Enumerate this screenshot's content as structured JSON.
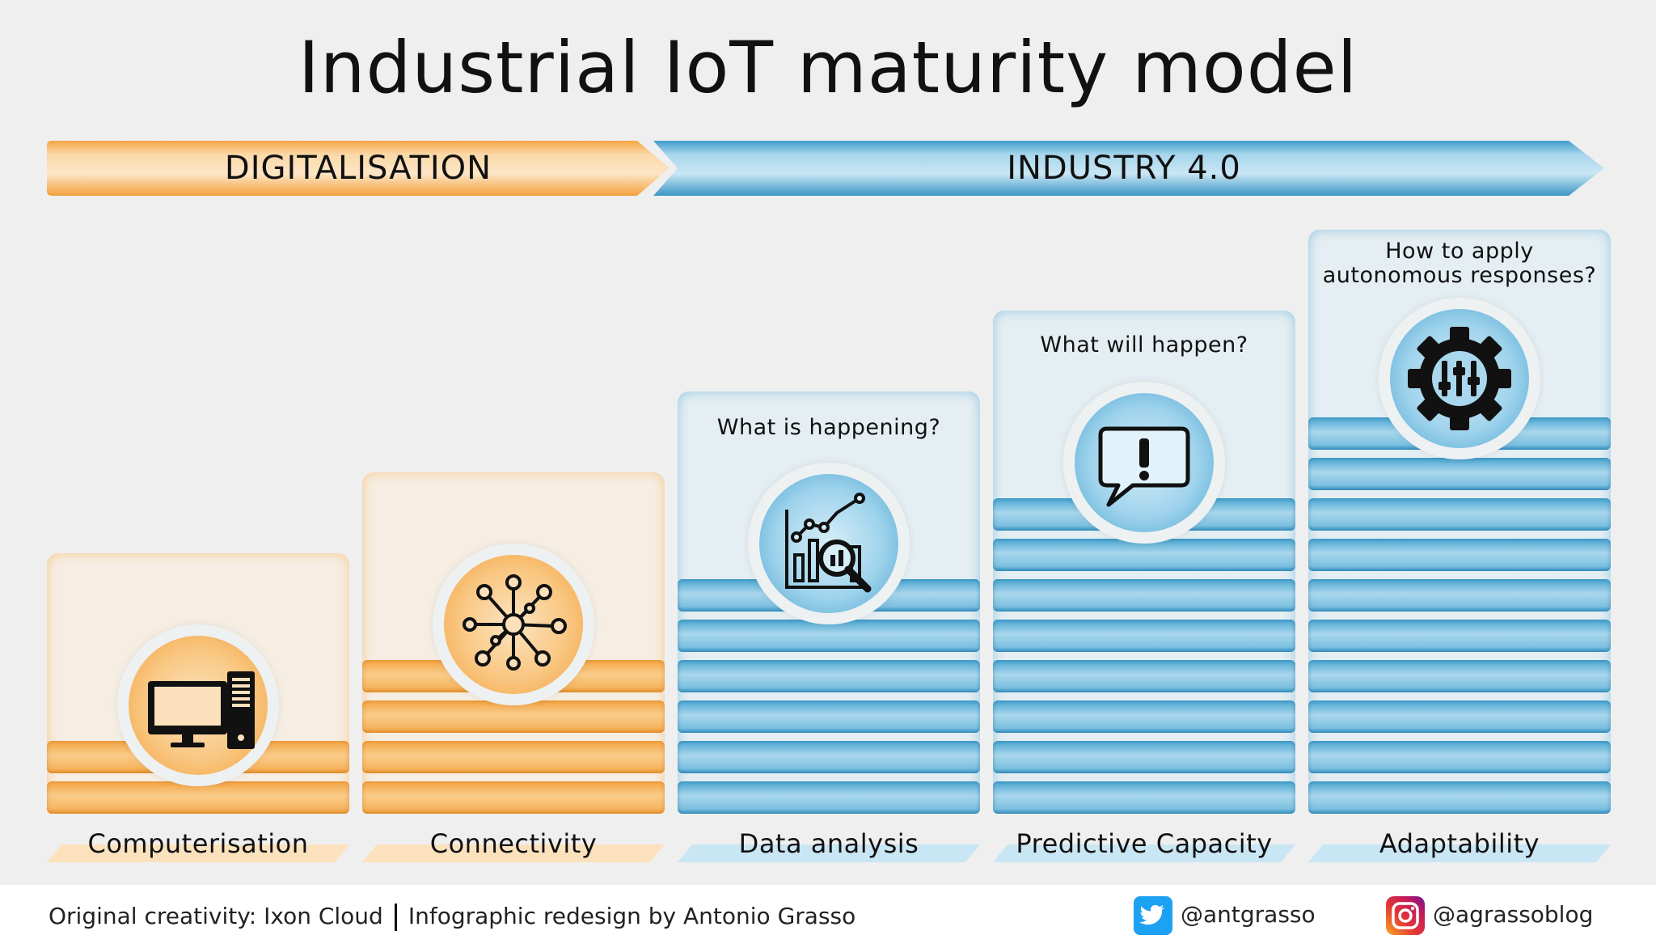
{
  "title": "Industrial IoT maturity model",
  "banners": {
    "left": "DIGITALISATION",
    "right": "INDUSTRY 4.0",
    "left_color": "#f5a544",
    "right_color": "#4aa6d2"
  },
  "stages": [
    {
      "label": "Computerisation",
      "question": "",
      "icon": "computer-icon",
      "color": "orange"
    },
    {
      "label": "Connectivity",
      "question": "",
      "icon": "network-icon",
      "color": "orange"
    },
    {
      "label": "Data analysis",
      "question": "What is happening?",
      "icon": "data-analysis-icon",
      "color": "blue"
    },
    {
      "label": "Predictive Capacity",
      "question": "What will happen?",
      "icon": "alert-speech-icon",
      "color": "blue"
    },
    {
      "label": "Adaptability",
      "question_line1": "How to apply",
      "question_line2": "autonomous responses?",
      "icon": "gear-sliders-icon",
      "color": "blue"
    }
  ],
  "footer": {
    "credit_left": "Original creativity: Ixon Cloud",
    "credit_right": "Infographic redesign by Antonio Grasso",
    "twitter_handle": "@antgrasso",
    "instagram_handle": "@agrassoblog",
    "twitter_icon": "twitter-icon",
    "instagram_icon": "instagram-icon"
  }
}
